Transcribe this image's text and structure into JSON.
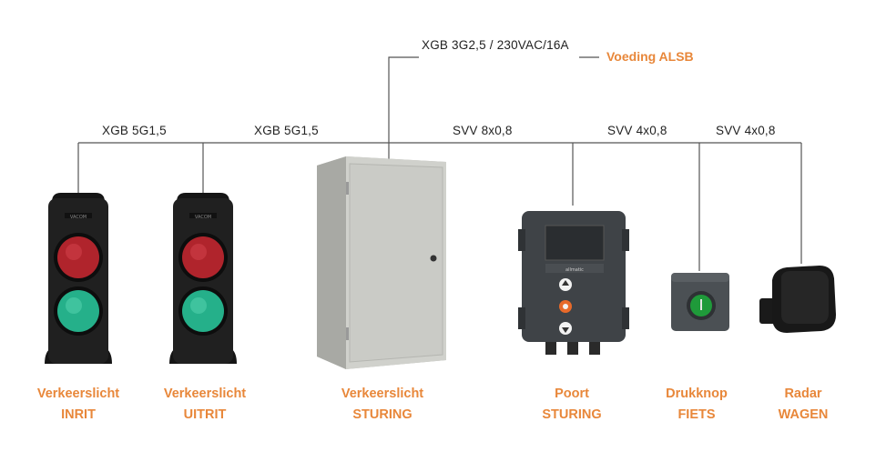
{
  "cables": {
    "supply_cable": "XGB 3G2,5 / 230VAC/16A",
    "inrit_cable": "XGB 5G1,5",
    "uitrit_cable": "XGB 5G1,5",
    "poort_cable": "SVV 8x0,8",
    "drukknop_cable": "SVV 4x0,8",
    "radar_cable": "SVV 4x0,8"
  },
  "supply_label": "Voeding ALSB",
  "devices": [
    {
      "id": "inrit",
      "line1": "Verkeerslicht",
      "line2": "INRIT"
    },
    {
      "id": "uitrit",
      "line1": "Verkeerslicht",
      "line2": "UITRIT"
    },
    {
      "id": "sturing",
      "line1": "Verkeerslicht",
      "line2": "STURING"
    },
    {
      "id": "poort",
      "line1": "Poort",
      "line2": "STURING"
    },
    {
      "id": "drukknop",
      "line1": "Drukknop",
      "line2": "FIETS"
    },
    {
      "id": "radar",
      "line1": "Radar",
      "line2": "WAGEN"
    }
  ],
  "colors": {
    "accent": "#e8873a",
    "wire": "#555555",
    "red_lamp": "#b0242c",
    "green_lamp": "#25b08a",
    "push_button": "#1f9a3a"
  },
  "icons": {
    "traffic_light": "traffic-light-icon",
    "control_cabinet": "control-cabinet-icon",
    "gate_controller": "gate-controller-icon",
    "push_button": "push-button-icon",
    "radar_sensor": "radar-sensor-icon"
  }
}
